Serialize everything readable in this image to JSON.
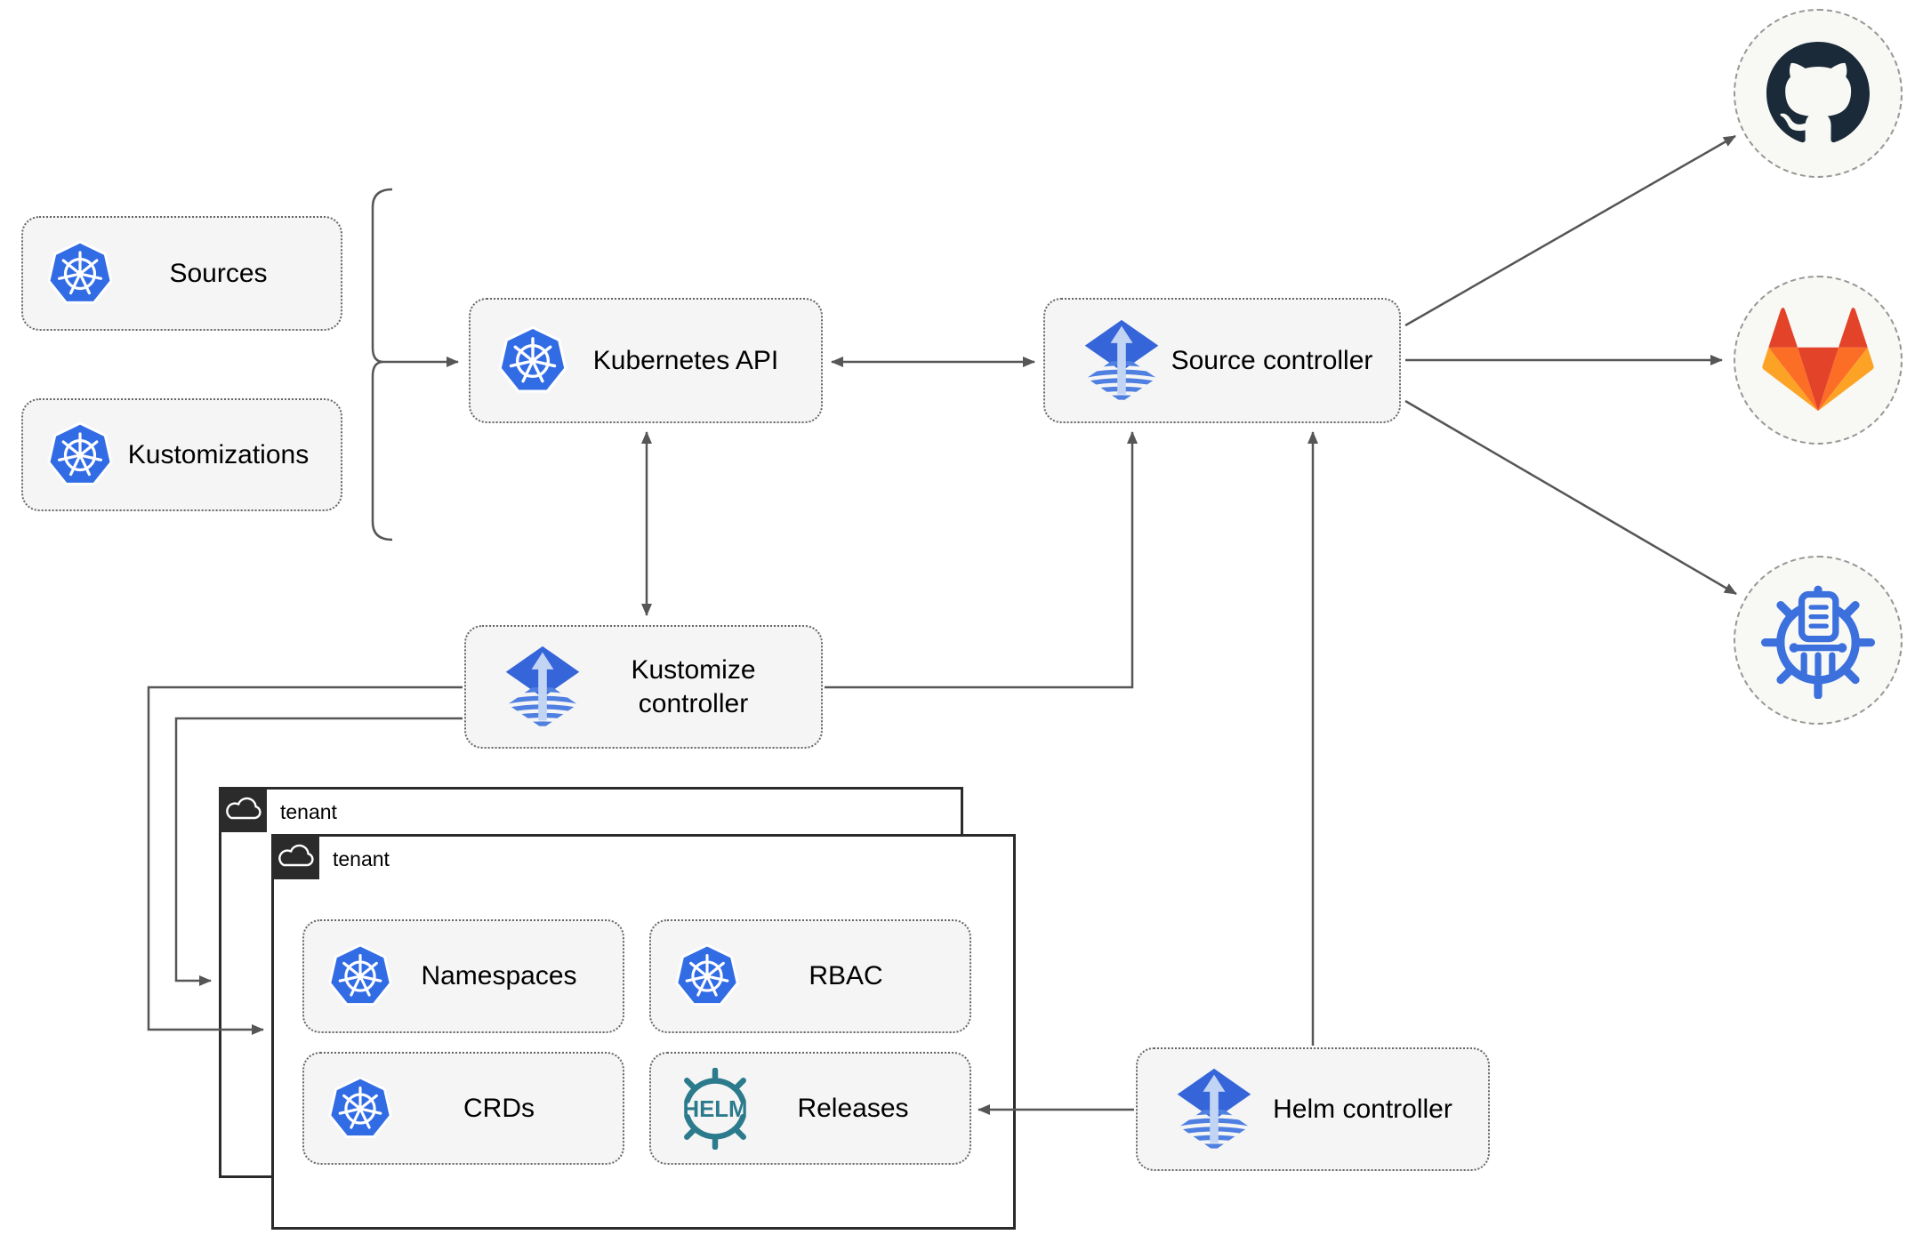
{
  "nodes": {
    "sources": {
      "label": "Sources",
      "icon": "kubernetes"
    },
    "kustomizations": {
      "label": "Kustomizations",
      "icon": "kubernetes"
    },
    "kubernetes_api": {
      "label": "Kubernetes API",
      "icon": "kubernetes"
    },
    "source_controller": {
      "label": "Source controller",
      "icon": "flux"
    },
    "kustomize_controller": {
      "label": "Kustomize controller",
      "icon": "flux"
    },
    "helm_controller": {
      "label": "Helm controller",
      "icon": "flux"
    },
    "namespaces": {
      "label": "Namespaces",
      "icon": "kubernetes"
    },
    "rbac": {
      "label": "RBAC",
      "icon": "kubernetes"
    },
    "crds": {
      "label": "CRDs",
      "icon": "kubernetes"
    },
    "releases": {
      "label": "Releases",
      "icon": "helm"
    }
  },
  "helm_logo_text": "HELM",
  "tenants": {
    "outer": {
      "label": "tenant"
    },
    "inner": {
      "label": "tenant"
    }
  },
  "remotes": [
    {
      "name": "github",
      "icon": "github-icon"
    },
    {
      "name": "gitlab",
      "icon": "gitlab-icon"
    },
    {
      "name": "chartmuseum",
      "icon": "chartmuseum-icon"
    }
  ],
  "edges": [
    {
      "from": "sources+kustomizations",
      "to": "kubernetes-api",
      "style": "arrow"
    },
    {
      "from": "kubernetes-api",
      "to": "source-controller",
      "style": "bidirectional"
    },
    {
      "from": "kubernetes-api",
      "to": "kustomize-controller",
      "style": "bidirectional"
    },
    {
      "from": "kustomize-controller",
      "to": "source-controller",
      "style": "arrow"
    },
    {
      "from": "kustomize-controller",
      "to": "tenant-inner",
      "style": "arrow"
    },
    {
      "from": "kustomize-controller",
      "to": "tenant-outer",
      "style": "arrow"
    },
    {
      "from": "helm-controller",
      "to": "source-controller",
      "style": "arrow"
    },
    {
      "from": "helm-controller",
      "to": "releases",
      "style": "arrow"
    },
    {
      "from": "source-controller",
      "to": "github",
      "style": "arrow"
    },
    {
      "from": "source-controller",
      "to": "gitlab",
      "style": "arrow"
    },
    {
      "from": "source-controller",
      "to": "chartmuseum",
      "style": "arrow"
    }
  ],
  "colors": {
    "canvas_bg": "#ffffff",
    "label_color": "#000000",
    "node_fill": "#f5f5f5",
    "node_border": "#666666",
    "connector": "#565656",
    "tenant_border": "#2b2b2b",
    "tenant_badge_bg": "#2b2b2b",
    "endpoint_fill": "#f8f8f5",
    "endpoint_border": "#979797",
    "kubernetes_blue": "#326ce5",
    "flux_blue": "#3565d9",
    "flux_light_blue": "#c2d4f4",
    "helm_teal": "#2b7b8d",
    "chartmuseum_blue": "#3b70dd",
    "github_dark": "#1b2a38",
    "gitlab_red_orange": "#e24329",
    "gitlab_orange": "#fc6d26",
    "gitlab_yellow_orange": "#fca326"
  }
}
